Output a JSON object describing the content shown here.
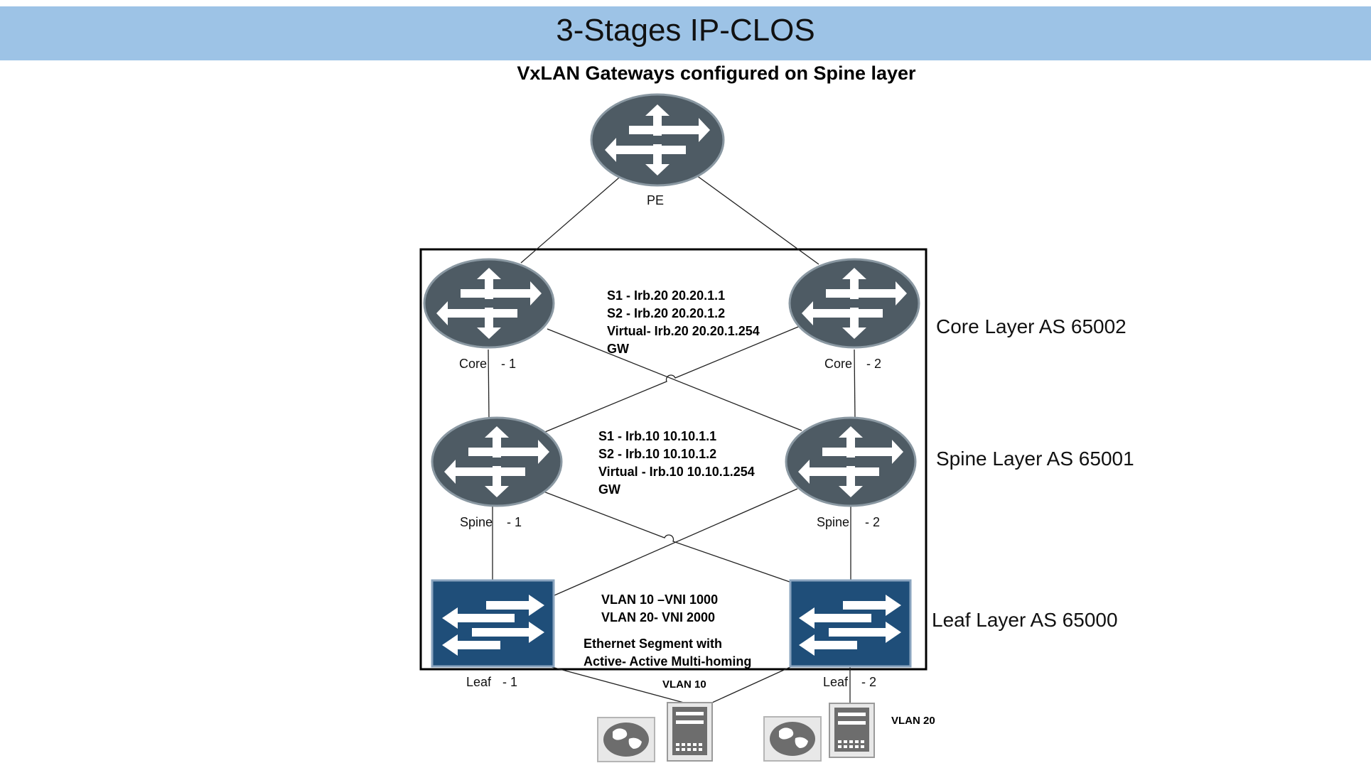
{
  "header": {
    "title": "3-Stages IP-CLOS",
    "subtitle": "VxLAN Gateways configured on Spine layer"
  },
  "colors": {
    "title_bar": "#9dc3e6",
    "router_fill": "#4e5b64",
    "switch_fill": "#1f4e79",
    "link": "#222222"
  },
  "nodes": {
    "pe": {
      "label": "PE",
      "icon": "router-icon"
    },
    "core1": {
      "label_a": "Core",
      "label_b": "- 1",
      "icon": "router-icon"
    },
    "core2": {
      "label_a": "Core",
      "label_b": "- 2",
      "icon": "router-icon"
    },
    "spine1": {
      "label_a": "Spine",
      "label_b": "- 1",
      "icon": "router-icon"
    },
    "spine2": {
      "label_a": "Spine",
      "label_b": "- 2",
      "icon": "router-icon"
    },
    "leaf1": {
      "label_a": "Leaf",
      "label_b": "- 1",
      "icon": "switch-icon"
    },
    "leaf2": {
      "label_a": "Leaf",
      "label_b": "- 2",
      "icon": "switch-icon"
    }
  },
  "core_info": [
    "S1 - Irb.20 20.20.1.1",
    "S2 - Irb.20 20.20.1.2",
    "Virtual- Irb.20 20.20.1.254",
    "GW"
  ],
  "spine_info": [
    "S1 - Irb.10 10.10.1.1",
    "S2 - Irb.10 10.10.1.2",
    "Virtual - Irb.10 10.10.1.254",
    "GW"
  ],
  "leaf_info": {
    "vni": [
      "VLAN 10 –VNI 1000",
      "VLAN 20- VNI 2000"
    ],
    "es": [
      "Ethernet Segment with",
      "Active- Active Multi-homing"
    ]
  },
  "layers": {
    "core": "Core Layer AS 65002",
    "spine": "Spine Layer AS 65001",
    "leaf": "Leaf Layer AS 65000"
  },
  "hosts": {
    "vlan10": "VLAN 10",
    "vlan20": "VLAN 20"
  }
}
